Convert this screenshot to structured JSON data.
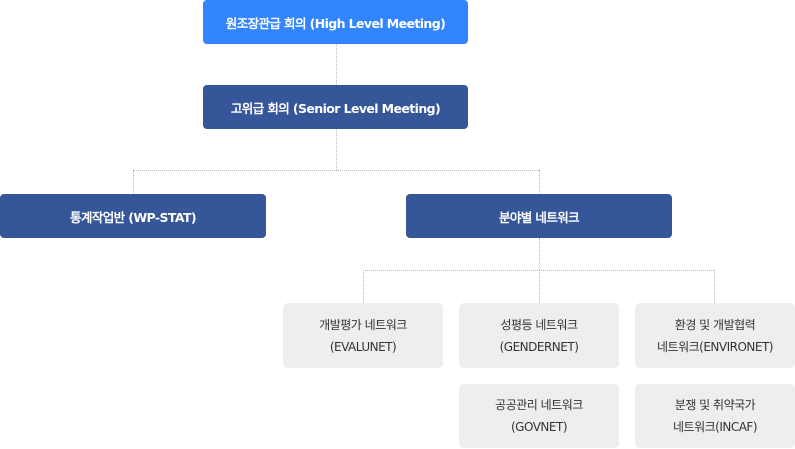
{
  "diagram": {
    "level1": {
      "label": "원조장관급 회의 (High Level Meeting)"
    },
    "level2": {
      "label": "고위급 회의 (Senior Level Meeting)"
    },
    "level3": [
      {
        "label": "통계작업반 (WP-STAT)"
      },
      {
        "label": "분야별 네트워크"
      }
    ],
    "networks": [
      {
        "line1": "개발평가 네트워크",
        "line2": "(EVALUNET)"
      },
      {
        "line1": "성평등 네트워크",
        "line2": "(GENDERNET)"
      },
      {
        "line1": "환경 및 개발협력",
        "line2": "네트워크(ENVIRONET)"
      },
      {
        "line1": "공공관리 네트워크",
        "line2": "(GOVNET)"
      },
      {
        "line1": "분쟁 및 취약국가",
        "line2": "네트워크(INCAF)"
      }
    ],
    "colors": {
      "primary": "#3385ff",
      "navy": "#36569a",
      "grey_box": "#eeeeee",
      "connector": "#b8b8b8"
    }
  }
}
